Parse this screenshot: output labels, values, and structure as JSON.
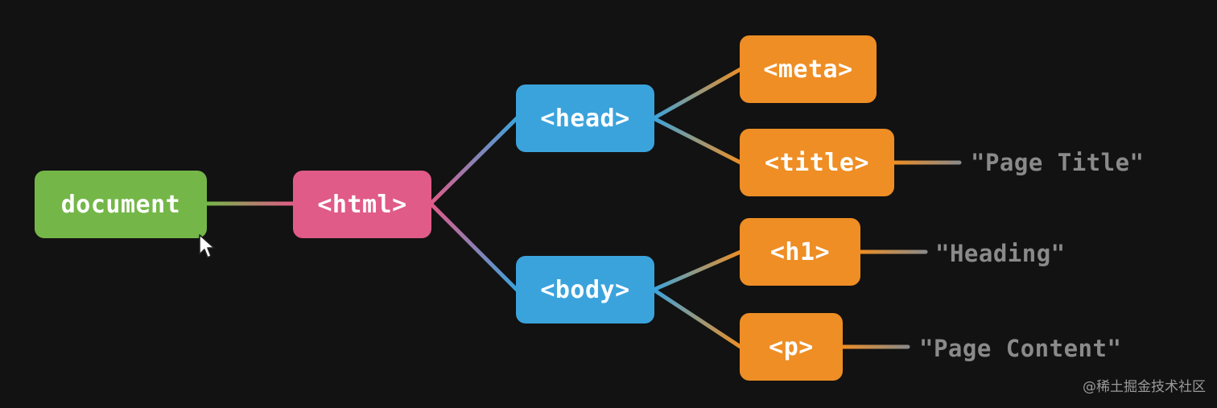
{
  "colors": {
    "background": "#121212",
    "document": "#74b748",
    "html": "#e05b88",
    "head_body": "#3ba3dc",
    "leaf_elements": "#ee8e24",
    "text_nodes": "#8a8a8a"
  },
  "tree": {
    "document": "document",
    "html": "<html>",
    "head": "<head>",
    "body": "<body>",
    "meta": "<meta>",
    "title": "<title>",
    "h1": "<h1>",
    "p": "<p>"
  },
  "text_nodes": {
    "title": "\"Page Title\"",
    "h1": "\"Heading\"",
    "p": "\"Page Content\""
  },
  "watermark": "@稀土掘金技术社区",
  "cursor_icon": "mouse-pointer-icon"
}
